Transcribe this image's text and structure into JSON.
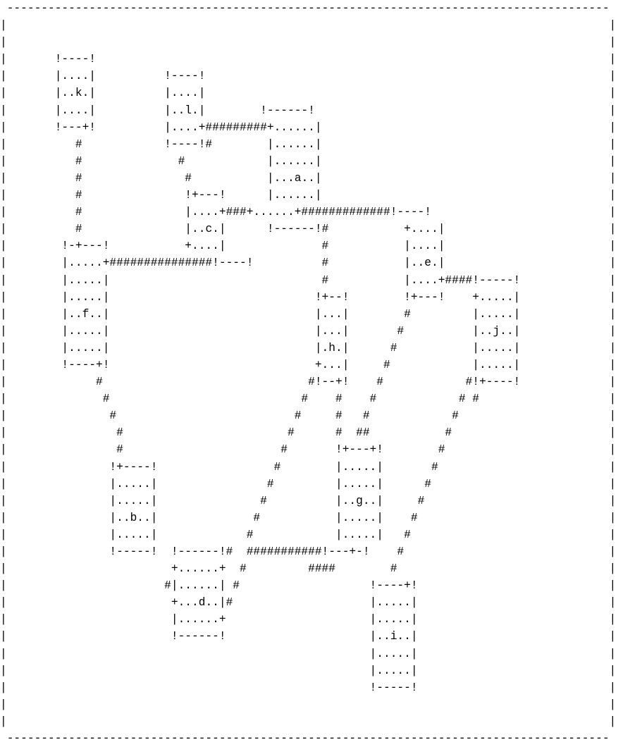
{
  "rooms": [
    "k",
    "l",
    "a",
    "c",
    "e",
    "f",
    "j",
    "h",
    "g",
    "b",
    "d",
    "i"
  ],
  "map_text": [
    " ---------------------------------------------------------------------------------------- ",
    "|                                                                                        |",
    "|                                                                                        |",
    "|       !----!                                                                           |",
    "|       |....|          !----!                                                           |",
    "|       |..k.|          |....|                                                           |",
    "|       |....|          |..l.|        !------!                                           |",
    "|       !---+!          |....+#########+......|                                          |",
    "|          #            !----!#        |......|                                          |",
    "|          #              #            |......|                                          |",
    "|          #               #           |...a..|                                          |",
    "|          #               !+---!      |......|                                          |",
    "|          #               |....+###+......+#############!----!                          |",
    "|          #               |..c.|      !------!#           +....|                        |",
    "|        !-+---!           +....|              #           |....|                        |",
    "|        |.....+###############!----!          #           |..e.|                        |",
    "|        |.....|                               #           |....+####!-----!             |",
    "|        |.....|                              !+--!        !+---!    +.....|             |",
    "|        |..f..|                              |...|        #         |.....|             |",
    "|        |.....|                              |...|       #          |..j..|             |",
    "|        |.....|                              |.h.|      #           |.....|             |",
    "|        !----+!                              +...|     #            |.....|             |",
    "|             #                              #!--+!    #            #!+----!             |",
    "|              #                            #    #    #            # #                   |",
    "|               #                          #     #   #            #                      |",
    "|                #                        #      #  ##           #                       |",
    "|                #                       #       !+---+!        #                        |",
    "|               !+----!                 #        |.....|       #                         |",
    "|               |.....|                #         |.....|      #                          |",
    "|               |.....|               #          |..g..|     #                           |",
    "|               |..b..|              #           |.....|    #                            |",
    "|               |.....|             #            |.....|   #                             |",
    "|               !-----!  !------!#  ###########!---+-!    #                              |",
    "|                        +......+  #         ####        #                               |",
    "|                       #|......| #                   !----+!                            |",
    "|                        +...d..|#                    |.....|                            |",
    "|                        |......+                     |.....|                            |",
    "|                        !------!                     |..i..|                            |",
    "|                                                     |.....|                            |",
    "|                                                     |.....|                            |",
    "|                                                     !-----!                            |",
    "|                                                                                        |",
    "|                                                                                        |",
    " ---------------------------------------------------------------------------------------- "
  ]
}
